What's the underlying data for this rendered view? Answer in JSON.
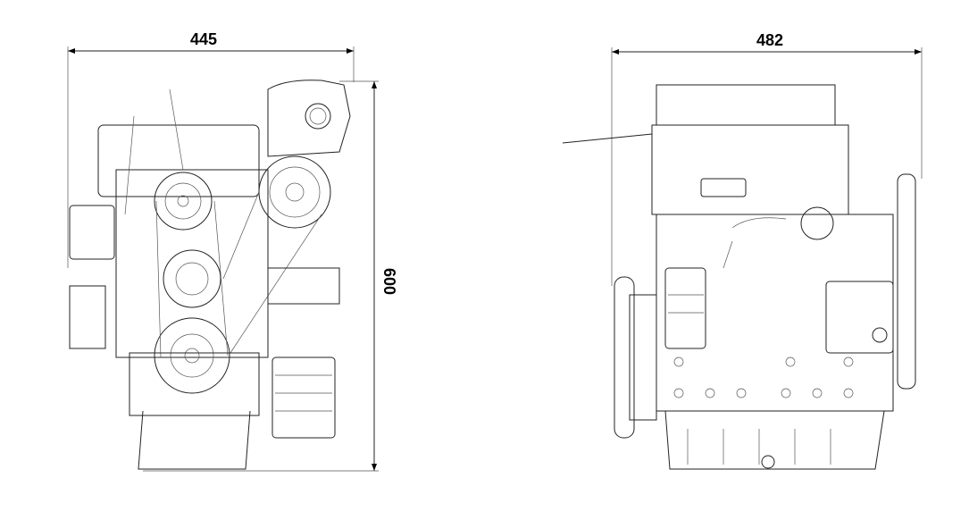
{
  "drawing": {
    "front_view": {
      "width_dimension": "445",
      "height_dimension": "600"
    },
    "side_view": {
      "width_dimension": "482"
    }
  }
}
